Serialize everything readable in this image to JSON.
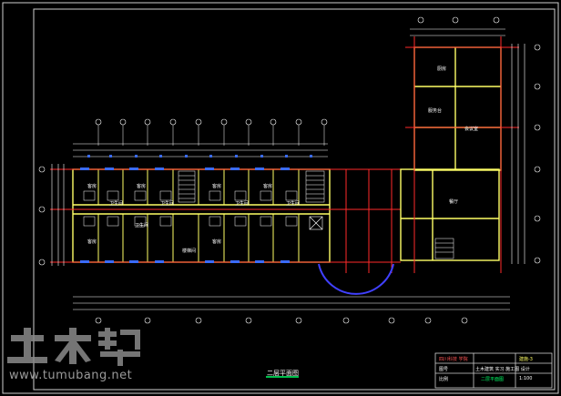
{
  "drawing": {
    "plan_title": "二层平面图",
    "title_block": {
      "school": "四川科技 学院",
      "drawing_name": "土木建筑 实习 施工图 设计",
      "sheet_label": "二层平面图",
      "drawing_no": "建施-3",
      "scale": "1:100",
      "field_1": "图号",
      "field_2": "比例"
    },
    "room_labels": [
      "客房",
      "客房",
      "客房",
      "客房",
      "客房",
      "客房",
      "卫生间",
      "卫生间",
      "卫生间",
      "卫生间",
      "卫生间",
      "会议室",
      "服务台",
      "厨房",
      "餐厅",
      "楼梯间"
    ]
  },
  "watermark": {
    "logo_text": "土木帮",
    "site": "www.tumubang.net"
  },
  "colors": {
    "background": "#000000",
    "wall": "#ffff66",
    "axis_line": "#ff2a2a",
    "dimension": "#ffffff",
    "window": "#3a6bff",
    "accent": "#00ff66",
    "door_arc": "#4040ff"
  }
}
